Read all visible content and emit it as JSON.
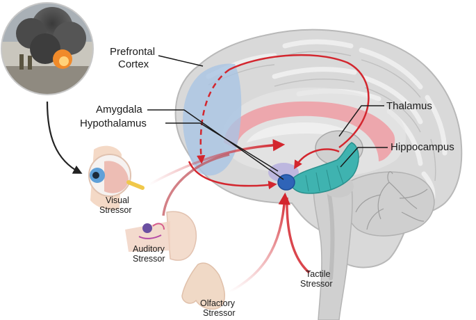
{
  "labels": {
    "prefrontal_cortex": [
      "Prefrontal",
      "Cortex"
    ],
    "amygdala": "Amygdala",
    "hypothalamus": "Hypothalamus",
    "thalamus": "Thalamus",
    "hippocampus": "Hippocampus",
    "visual_stressor": [
      "Visual",
      "Stressor"
    ],
    "auditory_stressor": [
      "Auditory",
      "Stressor"
    ],
    "olfactory_stressor": [
      "Olfactory",
      "Stressor"
    ],
    "tactile_stressor": [
      "Tactile",
      "Stressor"
    ]
  },
  "colors": {
    "pathway_arrow": "#d3262e",
    "prefrontal_region": "#a9c4e3",
    "hippocampus": "#3fb3b0",
    "amygdala": "#2f64b8",
    "hypothalamus": "#b9b3df",
    "corpus_callosum": "#ef9ca3",
    "brain": "#d9d9d9"
  }
}
